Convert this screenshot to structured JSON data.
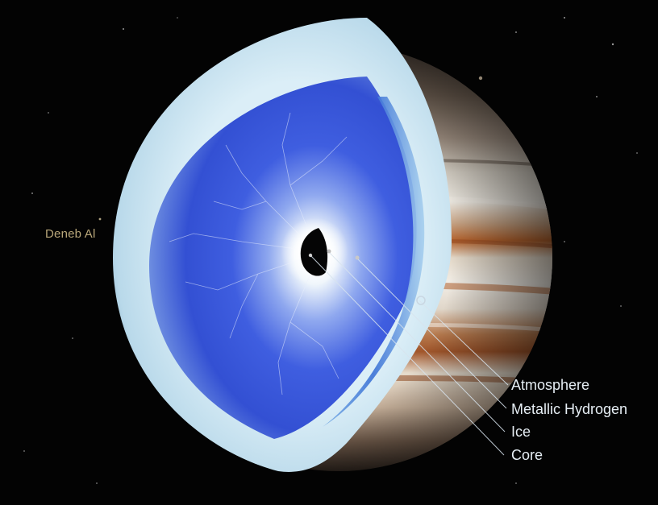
{
  "star": {
    "label": "Deneb Al"
  },
  "layers": [
    {
      "label": "Atmosphere",
      "color": "#e6eef4"
    },
    {
      "label": "Metallic Hydrogen",
      "color": "#e6eef4"
    },
    {
      "label": "Ice",
      "color": "#e6eef4"
    },
    {
      "label": "Core",
      "color": "#e6eef4"
    }
  ],
  "colors": {
    "background": "#030303",
    "shell": "#cfe6f2",
    "metallic_hydrogen": "#2f4fd6",
    "core": "#050505",
    "jupiter_band_light": "#e9e3d6",
    "jupiter_band_dark": "#b5632d",
    "star_label": "#b9a77a"
  }
}
